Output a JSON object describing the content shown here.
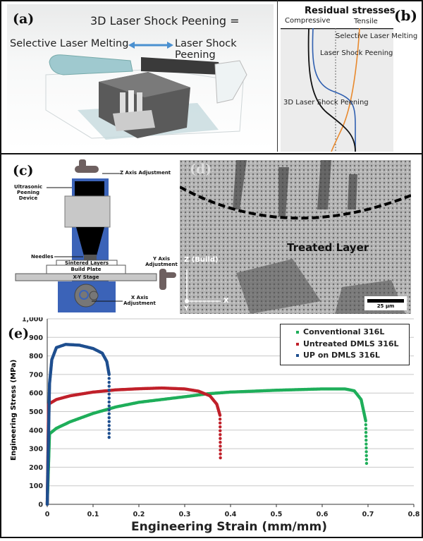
{
  "panel_a": {
    "label": "(a)",
    "title": "3D Laser Shock Peening =",
    "left_term": "Selective Laser Melting",
    "right_term": "Laser Shock Peening",
    "arrow_color": "#4a90d0"
  },
  "panel_b": {
    "label": "(b)",
    "title": "Residual stresses",
    "compressive": "Compressive",
    "tensile": "Tensile",
    "curves": [
      {
        "label": "Selective Laser Melting",
        "color": "#e8892d"
      },
      {
        "label": "Laser Shock Peening",
        "color": "#2f5fb0"
      },
      {
        "label": "3D Laser Shock Peening",
        "color": "#111111"
      }
    ]
  },
  "panel_c": {
    "label": "(c)",
    "z_axis": "Z Axis Adjustment",
    "device": "Ultrasonic Peening Device",
    "needles": "Needles",
    "sintered": "Sintered Layers",
    "build_plate": "Build Plate",
    "stage": "X-Y Stage",
    "y_axis": "Y Axis Adjustment",
    "x_axis": "X Axis Adjustment",
    "frame_color": "#3b63b8"
  },
  "panel_d": {
    "label": "(d)",
    "treated": "Treated Layer",
    "z_label": "Z (Build)",
    "x_label": "X",
    "y_label": "Y",
    "scale": "25 µm"
  },
  "panel_e": {
    "label": "(e)"
  },
  "chart_data": {
    "type": "scatter",
    "xlabel": "Engineering Strain (mm/mm)",
    "ylabel": "Engineering Stress (MPa)",
    "xlim": [
      0,
      0.8
    ],
    "ylim": [
      0,
      1000
    ],
    "xticks": [
      "0",
      "0.1",
      "0.2",
      "0.3",
      "0.4",
      "0.5",
      "0.6",
      "0.7",
      "0.8"
    ],
    "yticks": [
      "0",
      "100",
      "200",
      "300",
      "400",
      "500",
      "600",
      "700",
      "800",
      "900",
      "1,000"
    ],
    "grid": "horizontal",
    "legend": "top-right",
    "series": [
      {
        "name": "Conventional 316L",
        "color": "#1fae5a",
        "points": [
          [
            0,
            0
          ],
          [
            0.005,
            380
          ],
          [
            0.02,
            410
          ],
          [
            0.05,
            445
          ],
          [
            0.1,
            490
          ],
          [
            0.15,
            525
          ],
          [
            0.2,
            550
          ],
          [
            0.3,
            580
          ],
          [
            0.35,
            596
          ],
          [
            0.4,
            605
          ],
          [
            0.5,
            615
          ],
          [
            0.6,
            622
          ],
          [
            0.65,
            622
          ],
          [
            0.67,
            612
          ],
          [
            0.685,
            565
          ],
          [
            0.695,
            450
          ],
          [
            0.697,
            200
          ]
        ]
      },
      {
        "name": "Untreated DMLS 316L",
        "color": "#c0202a",
        "points": [
          [
            0,
            0
          ],
          [
            0.003,
            540
          ],
          [
            0.02,
            565
          ],
          [
            0.05,
            585
          ],
          [
            0.1,
            605
          ],
          [
            0.15,
            617
          ],
          [
            0.2,
            623
          ],
          [
            0.25,
            627
          ],
          [
            0.3,
            622
          ],
          [
            0.33,
            610
          ],
          [
            0.355,
            585
          ],
          [
            0.37,
            540
          ],
          [
            0.377,
            480
          ],
          [
            0.378,
            230
          ]
        ]
      },
      {
        "name": "UP on DMLS 316L",
        "color": "#1f4f8f",
        "points": [
          [
            0,
            0
          ],
          [
            0.005,
            650
          ],
          [
            0.01,
            780
          ],
          [
            0.02,
            845
          ],
          [
            0.04,
            862
          ],
          [
            0.07,
            858
          ],
          [
            0.1,
            840
          ],
          [
            0.12,
            815
          ],
          [
            0.13,
            770
          ],
          [
            0.135,
            700
          ],
          [
            0.135,
            340
          ]
        ]
      }
    ]
  }
}
